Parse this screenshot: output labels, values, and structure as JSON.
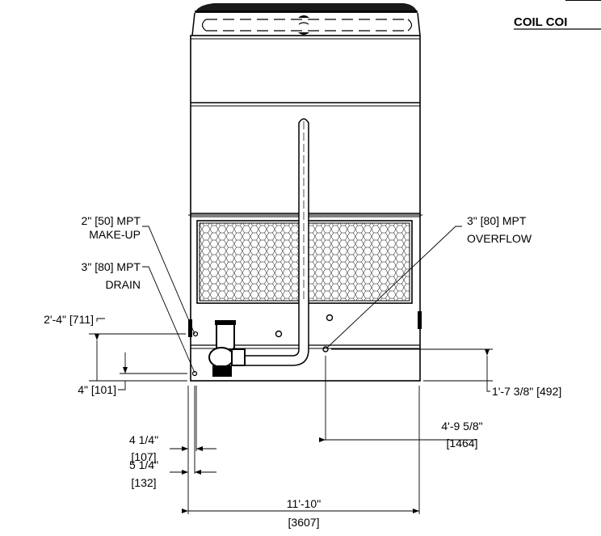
{
  "title": "COIL COI",
  "callouts": {
    "makeup_size": "2\" [50] MPT",
    "makeup_name": "MAKE-UP",
    "drain_size": "3\" [80] MPT",
    "drain_name": "DRAIN",
    "overflow_size": "3\" [80] MPT",
    "overflow_name": "OVERFLOW"
  },
  "dimensions": {
    "makeup_height": "2'-4\" [711]",
    "drain_height": "4\" [101]",
    "overflow_height": "1'-7 3/8\" [492]",
    "overflow_offset_ft": "4'-9 5/8\"",
    "overflow_offset_mm": "[1464]",
    "drain_offset_ft": "4 1/4\"",
    "drain_offset_mm": "[107]",
    "makeup_offset_ft": "5 1/4\"",
    "makeup_offset_mm": "[132]",
    "overall_width_ft": "11'-10\"",
    "overall_width_mm": "[3607]"
  }
}
